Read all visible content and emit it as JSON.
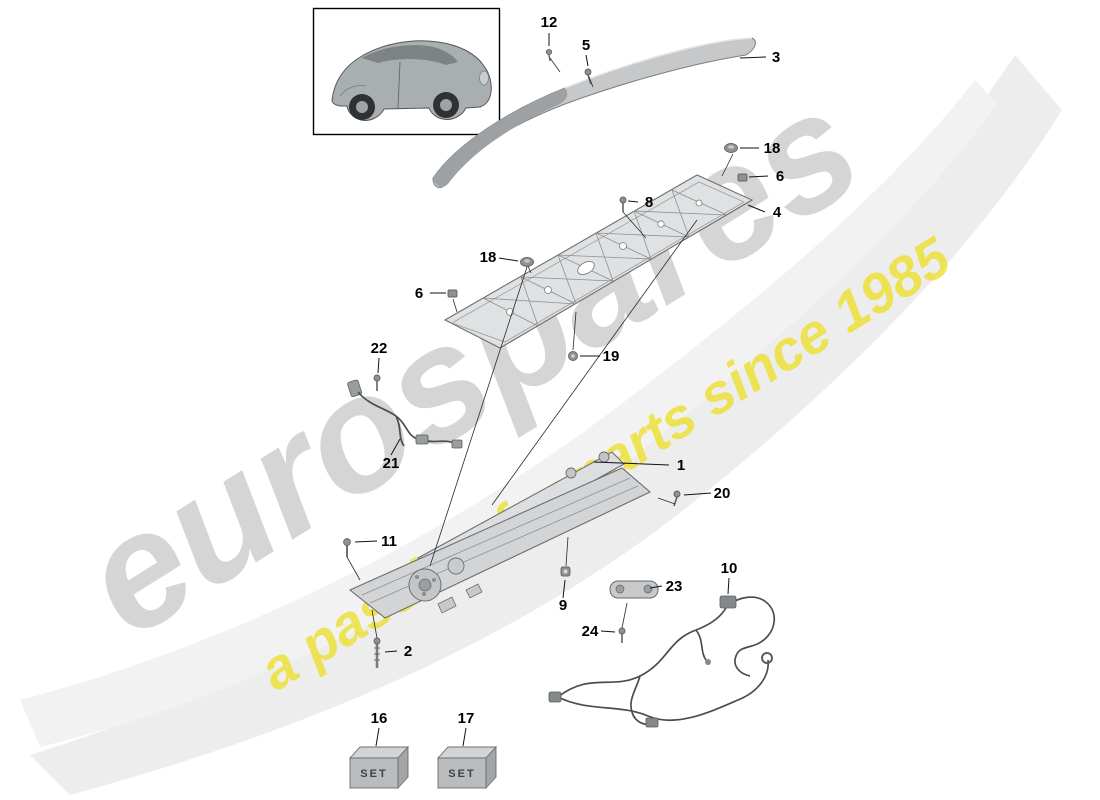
{
  "page": {
    "title": "rear spoiler exploded parts diagram"
  },
  "watermark": {
    "brand": "eurospares",
    "tagline": "a passion for parts since 1985",
    "brand_color": "#cbcbcb",
    "tagline_color": "#eedf2f"
  },
  "callouts": [
    {
      "label": "12"
    },
    {
      "label": "5"
    },
    {
      "label": "3"
    },
    {
      "label": "18"
    },
    {
      "label": "6"
    },
    {
      "label": "4"
    },
    {
      "label": "8"
    },
    {
      "label": "18"
    },
    {
      "label": "6"
    },
    {
      "label": "19"
    },
    {
      "label": "22"
    },
    {
      "label": "21"
    },
    {
      "label": "1"
    },
    {
      "label": "20"
    },
    {
      "label": "11"
    },
    {
      "label": "9"
    },
    {
      "label": "23"
    },
    {
      "label": "24"
    },
    {
      "label": "10"
    },
    {
      "label": "2"
    },
    {
      "label": "16"
    },
    {
      "label": "17"
    }
  ],
  "set_boxes": [
    {
      "label": "SET"
    },
    {
      "label": "SET"
    }
  ]
}
